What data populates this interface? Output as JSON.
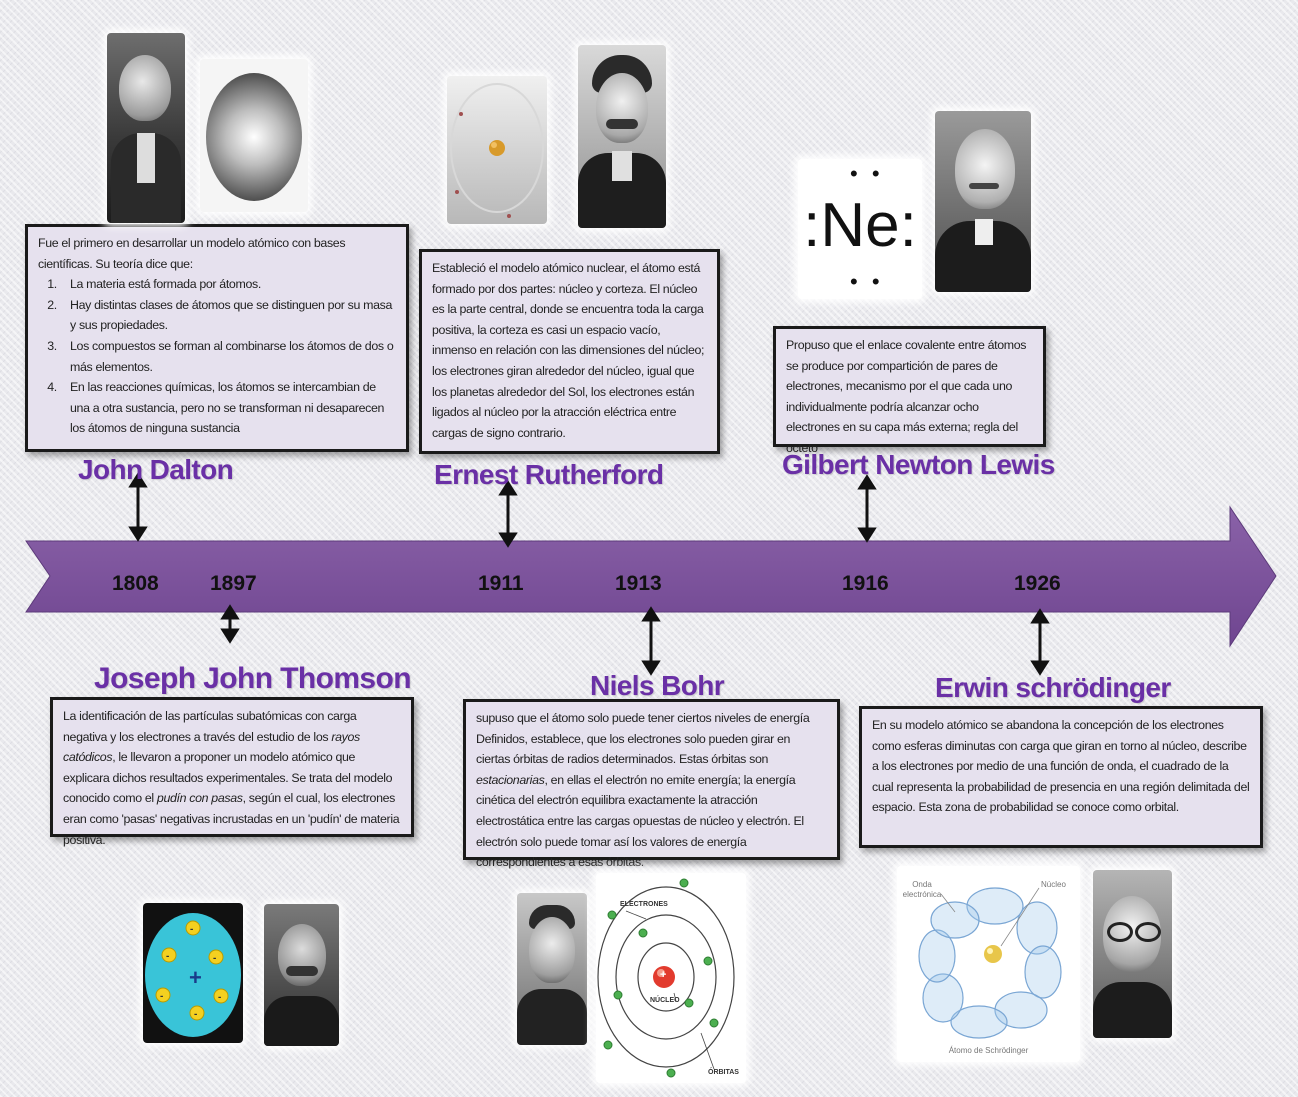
{
  "timeline": {
    "years": [
      "1808",
      "1897",
      "1911",
      "1913",
      "1916",
      "1926"
    ]
  },
  "scientists": {
    "dalton": {
      "name": "John Dalton",
      "intro": "Fue el primero en desarrollar un modelo atómico con bases científicas. Su teoría dice que:",
      "points": [
        "La materia está formada por átomos.",
        "Hay distintas clases de átomos que se distinguen por su masa y sus propiedades.",
        "Los compuestos se forman al combinarse los átomos de dos o más elementos.",
        "En las reacciones químicas, los átomos se intercambian de una a otra sustancia, pero no se transforman ni desaparecen los átomos de ninguna sustancia"
      ]
    },
    "thomson": {
      "name": "Joseph John Thomson",
      "text_a": "La identificación de las partículas subatómicas con carga negativa y los electrones a través del estudio de los ",
      "text_em1": "rayos catódicos",
      "text_b": ", le llevaron a proponer un modelo atómico que explicara dichos resultados experimentales. Se trata del modelo conocido como el ",
      "text_em2": "pudín con pasas",
      "text_c": ", según el cual, los electrones eran como 'pasas' negativas incrustadas en un 'pudín' de materia positiva."
    },
    "rutherford": {
      "name": "Ernest Rutherford",
      "text": "Estableció el modelo atómico nuclear, el átomo está formado por dos partes: núcleo y corteza. El núcleo es la parte central, donde se encuentra toda la carga positiva, la corteza es casi un espacio vacío, inmenso en relación con las dimensiones del núcleo; los electrones giran alrededor del núcleo, igual que los planetas alrededor del Sol, los electrones están ligados al núcleo por la atracción eléctrica entre cargas de signo contrario."
    },
    "bohr": {
      "name": "Niels Bohr",
      "text_a": "supuso que el átomo solo puede tener ciertos niveles de energía Definidos, establece, que los electrones solo pueden girar en ciertas órbitas de radios determinados. Estas órbitas son ",
      "text_em": "estacionarias",
      "text_b": ", en ellas el electrón no emite energía; la energía cinética del electrón equilibra exactamente la atracción electrostática entre las cargas opuestas de núcleo y electrón. El electrón solo puede tomar así los valores de energía correspondientes a esas órbitas.",
      "diagram": {
        "electrones": "ELECTRONES",
        "nucleo": "NÚCLEO",
        "orbitas": "ÓRBITAS",
        "plus": "+"
      }
    },
    "lewis": {
      "name": "Gilbert Newton Lewis",
      "text": "Propuso que el enlace covalente entre átomos se produce por compartición de pares de electrones, mecanismo por el que cada uno individualmente podría alcanzar ocho electrones en su capa más externa; regla del octeto",
      "symbol": ":Ne:"
    },
    "schrodinger": {
      "name": "Erwin schrödinger",
      "text": "En su modelo atómico se abandona la concepción de los electrones como esferas diminutas con carga que giran en torno al núcleo, describe a los electrones por medio de una función de onda, el cuadrado de la cual representa la probabilidad de presencia en una región delimitada del espacio. Esta zona de probabilidad se conoce como orbital.",
      "diagram": {
        "onda": "Onda electrónica",
        "nucleo": "Núcleo",
        "caption": "Átomo de Schrödinger"
      }
    }
  },
  "colors": {
    "arrow": "#7b5199",
    "name": "#6a30a6",
    "box_bg": "#e6e1ee"
  },
  "icons": [
    "portrait-dalton",
    "gray-sphere",
    "rutherford-atom",
    "portrait-rutherford",
    "ne-lewis-symbol",
    "portrait-lewis",
    "thomson-plum-pudding",
    "portrait-thomson",
    "portrait-bohr",
    "bohr-atom",
    "schrodinger-atom",
    "portrait-schrodinger"
  ]
}
